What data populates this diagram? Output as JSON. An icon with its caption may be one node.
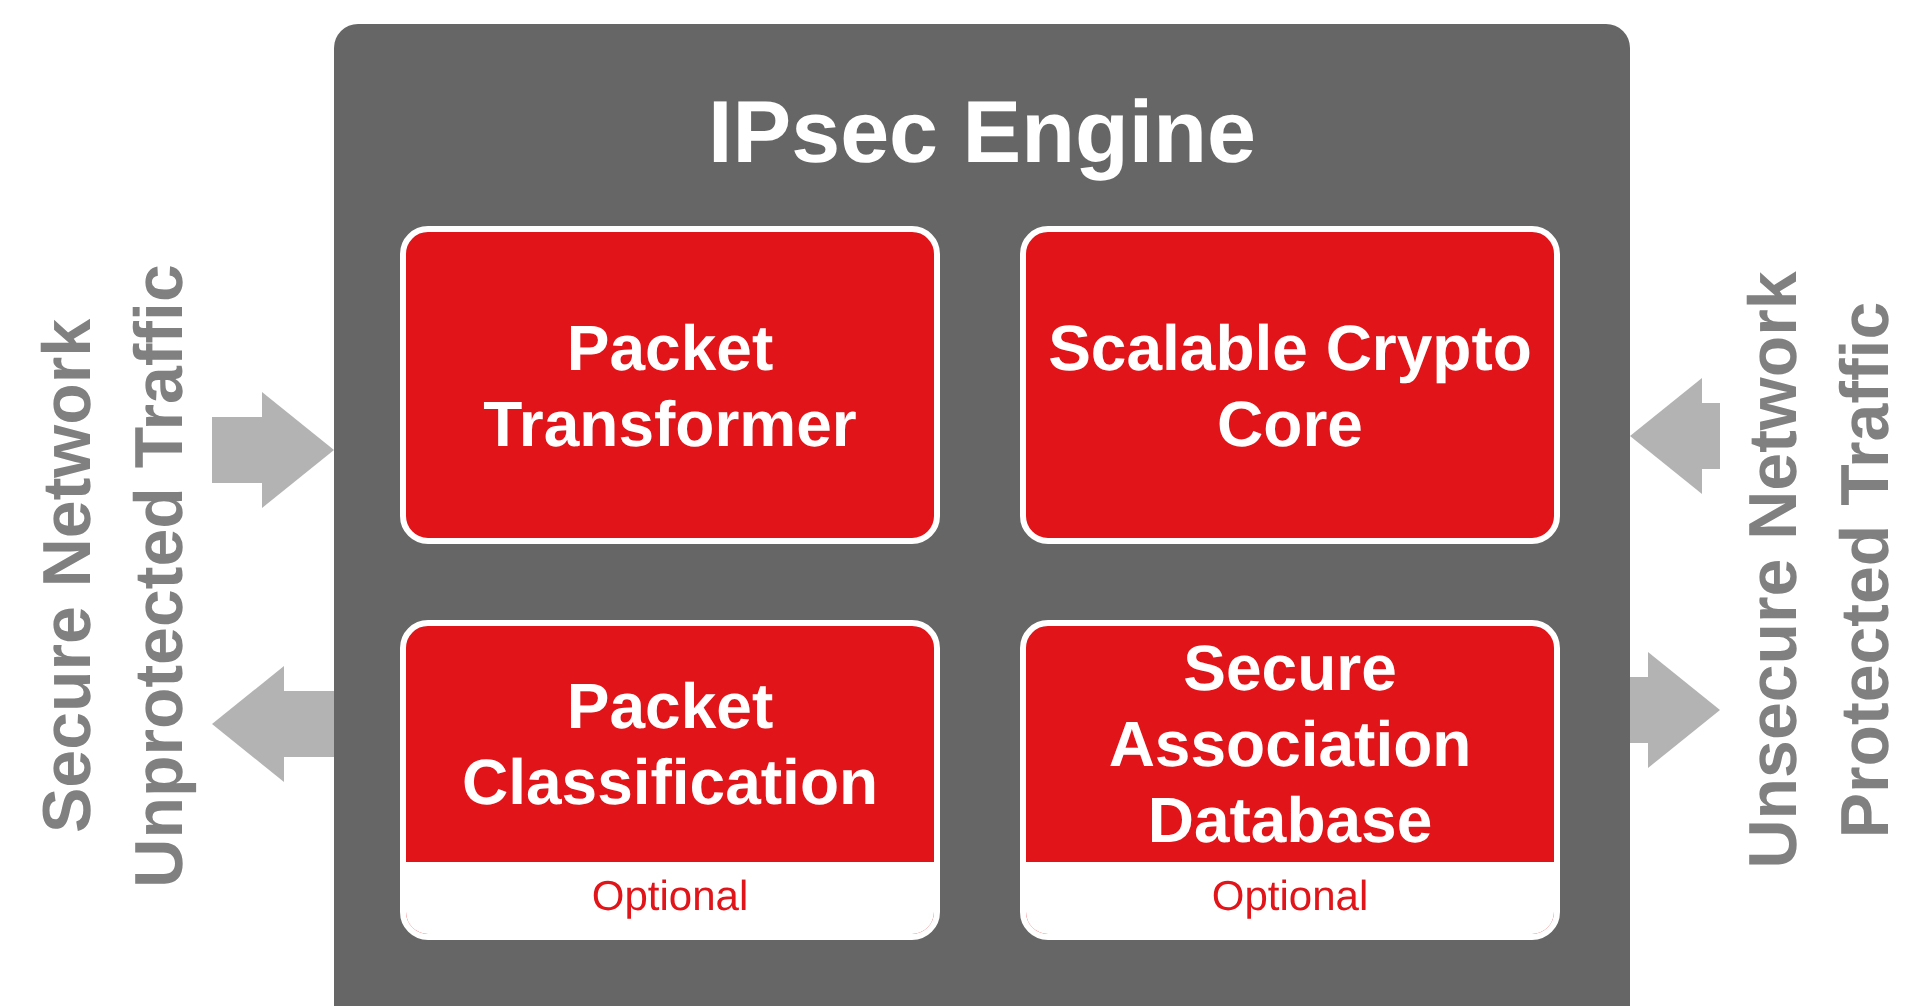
{
  "diagram": {
    "nodes": [
      {
        "text": [
          "IPsec Engine"
        ]
      },
      {
        "text": [
          "Packet Transformer"
        ],
        "in": 0
      },
      {
        "text": [
          "Scalable Crypto Core"
        ],
        "in": 0
      },
      {
        "text": [
          "Packet Classification",
          "Optional"
        ],
        "in": 0
      },
      {
        "text": [
          "Secure Association Database",
          "Optional"
        ],
        "in": 0
      },
      {
        "text": [
          "Secure Network",
          "Unprotected Traffic"
        ]
      },
      {
        "text": [
          "Unsecure Network",
          "Protected Traffic"
        ]
      }
    ],
    "edges": [
      {
        "from": 5,
        "to": 0,
        "arrow": "to"
      },
      {
        "from": 0,
        "to": 5,
        "arrow": "to"
      },
      {
        "from": 6,
        "to": 0,
        "arrow": "to"
      },
      {
        "from": 0,
        "to": 6,
        "arrow": "to"
      }
    ]
  }
}
